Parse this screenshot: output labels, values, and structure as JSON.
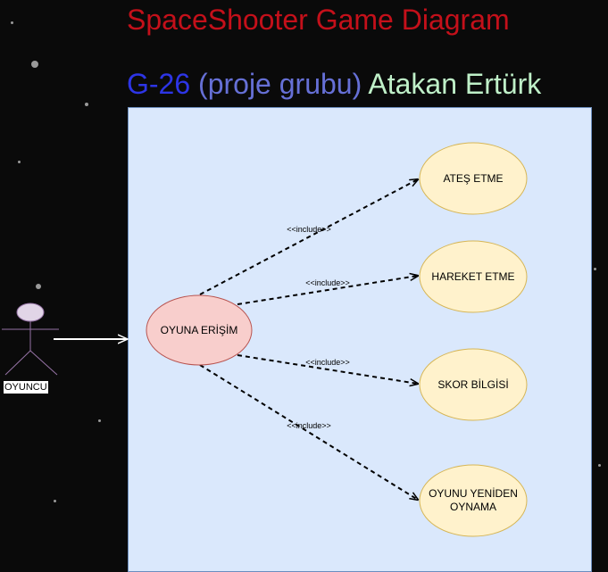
{
  "title": "SpaceShooter Game Diagram",
  "subtitle": {
    "group_code": "G-26",
    "group_note": "(proje grubu)",
    "author": "Atakan Ertürk"
  },
  "actor": {
    "label": "OYUNCU"
  },
  "main_use_case": {
    "label": "OYUNA ERİŞİM"
  },
  "use_cases": [
    {
      "label": "ATEŞ ETME"
    },
    {
      "label": "HAREKET ETME"
    },
    {
      "label": "SKOR BİLGİSİ"
    },
    {
      "label": "OYUNU YENİDEN OYNAMA"
    }
  ],
  "include_label": "<<include>>",
  "colors": {
    "main_fill": "#f8cecc",
    "main_stroke": "#b85450",
    "uc_fill": "#fff2cc",
    "uc_stroke": "#d6b656",
    "boundary_fill": "#dae8fc"
  }
}
